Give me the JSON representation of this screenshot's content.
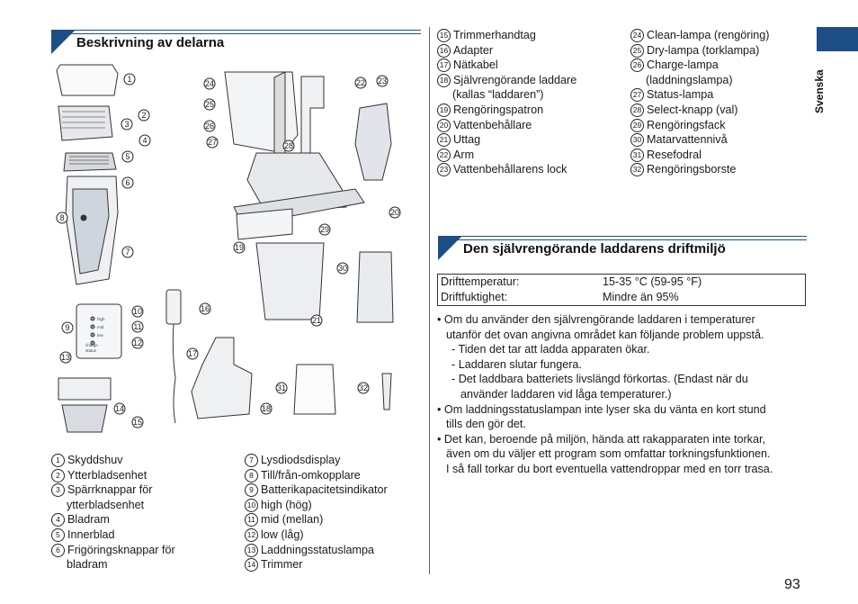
{
  "sections": {
    "parts_title": "Beskrivning av delarna",
    "env_title": "Den självrengörande laddarens driftmiljö"
  },
  "side_tab": {
    "label": "Svenska",
    "color": "#1d4f86"
  },
  "page_number": "93",
  "parts_left": [
    {
      "n": "1",
      "text": "Skyddshuv"
    },
    {
      "n": "2",
      "text": "Ytterbladsenhet"
    },
    {
      "n": "3",
      "text": "Spärrknappar för",
      "cont": "ytterbladsenhet"
    },
    {
      "n": "4",
      "text": "Bladram"
    },
    {
      "n": "5",
      "text": "Innerblad"
    },
    {
      "n": "6",
      "text": "Frigöringsknappar för",
      "cont": "bladram"
    }
  ],
  "parts_mid": [
    {
      "n": "7",
      "text": "Lysdiodsdisplay"
    },
    {
      "n": "8",
      "text": "Till/från-omkopplare"
    },
    {
      "n": "9",
      "text": "Batterikapacitetsindikator"
    },
    {
      "n": "10",
      "text": "high (hög)"
    },
    {
      "n": "11",
      "text": "mid (mellan)"
    },
    {
      "n": "12",
      "text": "low (låg)"
    },
    {
      "n": "13",
      "text": "Laddningsstatuslampa"
    },
    {
      "n": "14",
      "text": "Trimmer"
    }
  ],
  "parts_top_a": [
    {
      "n": "15",
      "text": "Trimmerhandtag"
    },
    {
      "n": "16",
      "text": "Adapter"
    },
    {
      "n": "17",
      "text": "Nätkabel"
    },
    {
      "n": "18",
      "text": "Självrengörande laddare",
      "cont": "(kallas “laddaren”)"
    },
    {
      "n": "19",
      "text": "Rengöringspatron"
    },
    {
      "n": "20",
      "text": "Vattenbehållare"
    },
    {
      "n": "21",
      "text": "Uttag"
    },
    {
      "n": "22",
      "text": "Arm"
    },
    {
      "n": "23",
      "text": "Vattenbehållarens lock"
    }
  ],
  "parts_top_b": [
    {
      "n": "24",
      "text": "Clean-lampa (rengöring)"
    },
    {
      "n": "25",
      "text": "Dry-lampa (torklampa)"
    },
    {
      "n": "26",
      "text": "Charge-lampa",
      "cont": "(laddningslampa)"
    },
    {
      "n": "27",
      "text": "Status-lampa"
    },
    {
      "n": "28",
      "text": "Select-knapp (val)"
    },
    {
      "n": "29",
      "text": "Rengöringsfack"
    },
    {
      "n": "30",
      "text": "Matarvattennivå"
    },
    {
      "n": "31",
      "text": "Resefodral"
    },
    {
      "n": "32",
      "text": "Rengöringsborste"
    }
  ],
  "env_table": [
    {
      "label": "Drifttemperatur:",
      "value": "15-35 °C (59-95 °F)"
    },
    {
      "label": "Driftfuktighet:",
      "value": "Mindre än 95%"
    }
  ],
  "notes": {
    "b1": "• Om du använder den självrengörande laddaren i temperaturer",
    "b1c": "utanför det ovan angivna området kan följande problem uppstå.",
    "s1": "- Tiden det tar att ladda apparaten ökar.",
    "s2": "- Laddaren slutar fungera.",
    "s3": "- Det laddbara batteriets livslängd förkortas. (Endast när du",
    "s3c": "använder laddaren vid låga temperaturer.)",
    "b2": "• Om laddningsstatuslampan inte lyser ska du vänta en kort stund",
    "b2c": "tills den gör det.",
    "b3": "• Det kan, beroende på miljön, hända att rakapparaten inte torkar,",
    "b3c": "även om du väljer ett program som omfattar torkningsfunktionen.",
    "b3d": "I så fall torkar du bort eventuella vattendroppar med en torr trasa."
  },
  "figure": {
    "callouts": [
      "1",
      "2",
      "3",
      "4",
      "5",
      "6",
      "7",
      "8",
      "9",
      "10",
      "11",
      "12",
      "13",
      "14",
      "15",
      "16",
      "17",
      "18",
      "19",
      "20",
      "21",
      "22",
      "23",
      "24",
      "25",
      "26",
      "27",
      "28",
      "29",
      "30",
      "31",
      "32"
    ],
    "led_labels": [
      "high",
      "mid",
      "low",
      "charge",
      "status"
    ]
  }
}
